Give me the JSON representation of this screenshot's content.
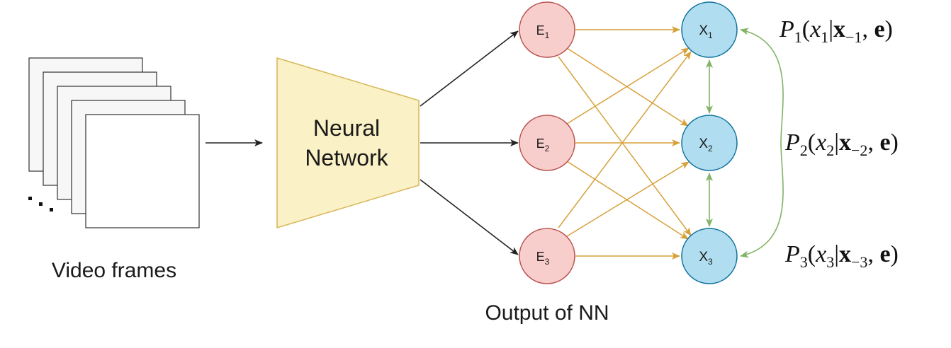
{
  "video_frames": {
    "label": "Video frames",
    "ellipsis": "..."
  },
  "neural_network": {
    "line1": "Neural",
    "line2": "Network"
  },
  "output_label": "Output of NN",
  "e_nodes": [
    {
      "letter": "E",
      "sub": "1"
    },
    {
      "letter": "E",
      "sub": "2"
    },
    {
      "letter": "E",
      "sub": "3"
    }
  ],
  "x_nodes": [
    {
      "letter": "X",
      "sub": "1"
    },
    {
      "letter": "X",
      "sub": "2"
    },
    {
      "letter": "X",
      "sub": "3"
    }
  ],
  "probabilities": [
    {
      "P": "P",
      "i": "1",
      "x": "x",
      "bold_x": "x",
      "neg_sub": "−1",
      "e": "e"
    },
    {
      "P": "P",
      "i": "2",
      "x": "x",
      "bold_x": "x",
      "neg_sub": "−2",
      "e": "e"
    },
    {
      "P": "P",
      "i": "3",
      "x": "x",
      "bold_x": "x",
      "neg_sub": "−3",
      "e": "e"
    }
  ],
  "colors": {
    "frame_fill": "#f7f7f7",
    "frame_stroke": "#333333",
    "nn_fill": "#fbf1c6",
    "nn_stroke": "#d6b656",
    "e_fill": "#f8cecc",
    "e_stroke": "#b85450",
    "x_fill": "#b1ddf0",
    "x_stroke": "#10739e",
    "black_arrow": "#222222",
    "orange_arrow": "#d7a13a",
    "green_arrow": "#82b366"
  }
}
